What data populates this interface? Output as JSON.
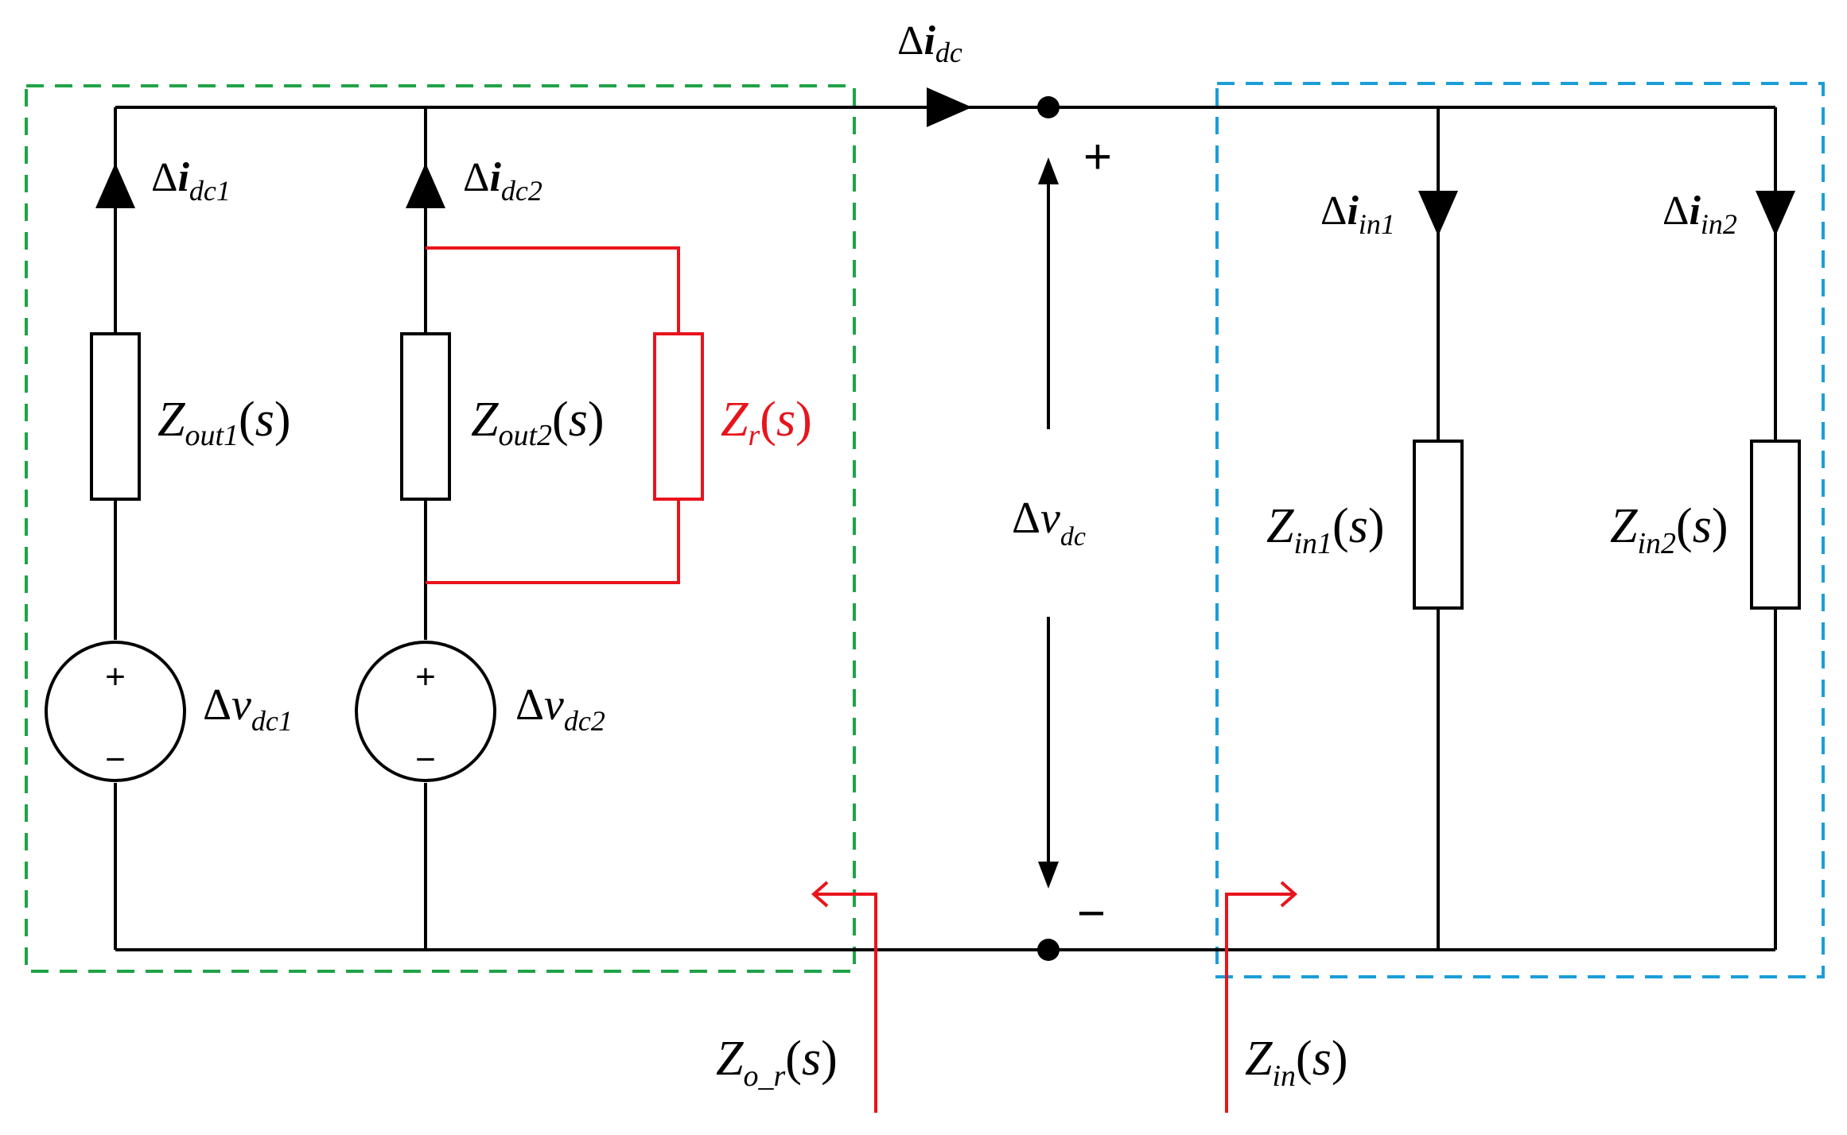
{
  "colors": {
    "wire": "#000000",
    "highlight": "#e8141c",
    "source_box": "#1fa347",
    "load_box": "#1a9ed8"
  },
  "labels": {
    "i_dc": {
      "main": "i",
      "sub": "dc"
    },
    "i_dc1": {
      "main": "i",
      "sub": "dc1"
    },
    "i_dc2": {
      "main": "i",
      "sub": "dc2"
    },
    "i_in1": {
      "main": "i",
      "sub": "in1"
    },
    "i_in2": {
      "main": "i",
      "sub": "in2"
    },
    "z_out1": {
      "main": "Z",
      "sub": "out1",
      "arg": "s"
    },
    "z_out2": {
      "main": "Z",
      "sub": "out2",
      "arg": "s"
    },
    "z_r": {
      "main": "Z",
      "sub": "r",
      "arg": "s"
    },
    "z_in1": {
      "main": "Z",
      "sub": "in1",
      "arg": "s"
    },
    "z_in2": {
      "main": "Z",
      "sub": "in2",
      "arg": "s"
    },
    "v_dc": {
      "main": "v",
      "sub": "dc"
    },
    "v_dc1": {
      "main": "v",
      "sub": "dc1"
    },
    "v_dc2": {
      "main": "v",
      "sub": "dc2"
    },
    "z_o_r": {
      "main": "Z",
      "sub": "o_r",
      "arg": "s"
    },
    "z_in": {
      "main": "Z",
      "sub": "in",
      "arg": "s"
    },
    "delta": "Δ",
    "plus": "+",
    "minus": "−",
    "paren_open": "(",
    "paren_close": ")"
  }
}
